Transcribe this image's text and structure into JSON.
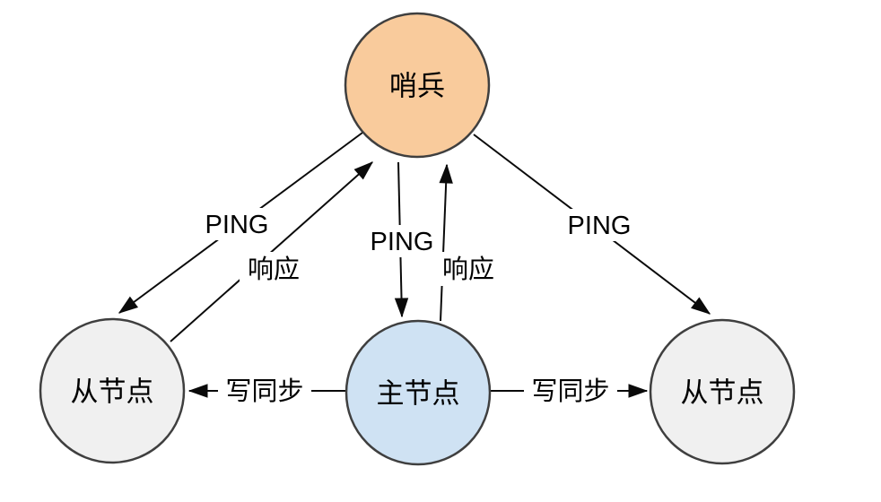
{
  "diagram": {
    "nodes": {
      "sentinel": {
        "label": "哨兵",
        "fill": "#F9CB9C"
      },
      "slave_left": {
        "label": "从节点",
        "fill": "#F0F0F0"
      },
      "master": {
        "label": "主节点",
        "fill": "#CFE2F3"
      },
      "slave_right": {
        "label": "从节点",
        "fill": "#F0F0F0"
      }
    },
    "edges": {
      "ping_left": {
        "label": "PING",
        "from": "sentinel",
        "to": "slave_left"
      },
      "resp_left": {
        "label": "响应",
        "from": "slave_left",
        "to": "sentinel"
      },
      "ping_mid": {
        "label": "PING",
        "from": "sentinel",
        "to": "master"
      },
      "resp_mid": {
        "label": "响应",
        "from": "master",
        "to": "sentinel"
      },
      "ping_right": {
        "label": "PING",
        "from": "sentinel",
        "to": "slave_right"
      },
      "sync_left": {
        "label": "写同步",
        "from": "master",
        "to": "slave_left"
      },
      "sync_right": {
        "label": "写同步",
        "from": "master",
        "to": "slave_right"
      }
    },
    "colors": {
      "background": "#FFFFFF",
      "line": "#0A0A0A",
      "node_border": "#3F3F3F",
      "text": "#000000"
    }
  }
}
